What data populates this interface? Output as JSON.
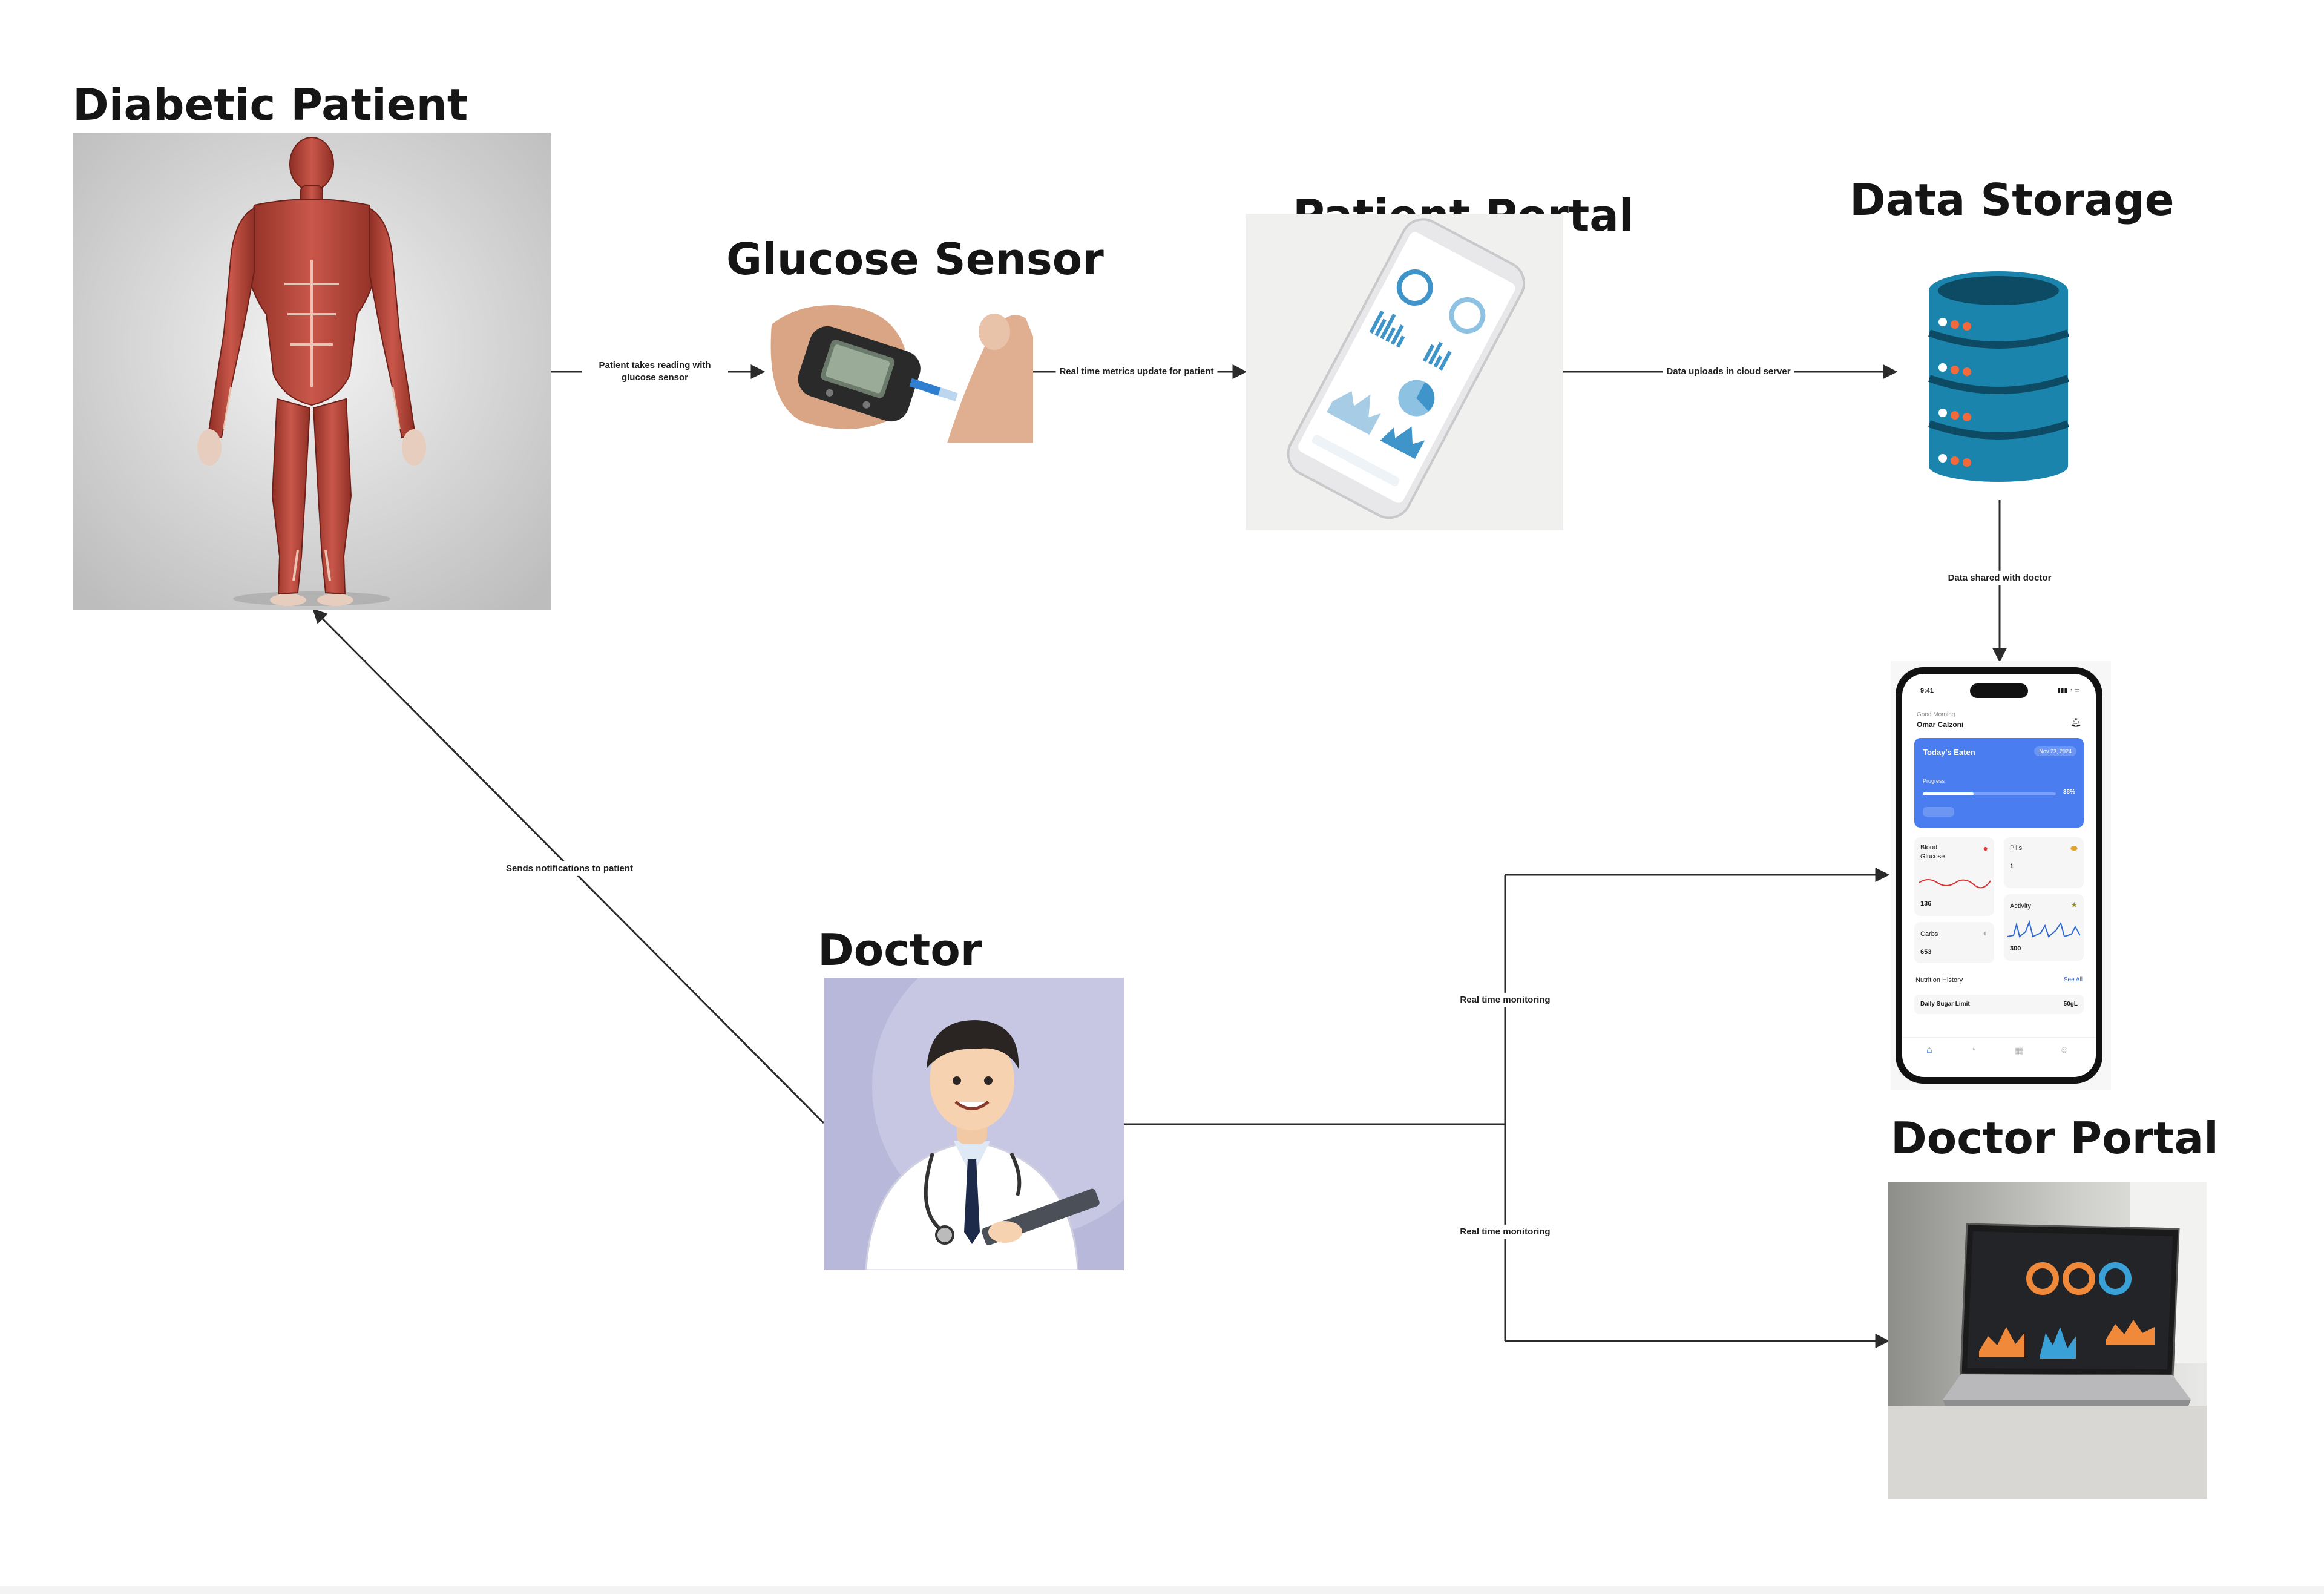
{
  "diagram": {
    "nodes": {
      "diabetic_patient": {
        "title": "Diabetic Patient",
        "icon": "human-anatomy-illustration"
      },
      "glucose_sensor": {
        "title": "Glucose Sensor",
        "icon": "glucometer-photo"
      },
      "patient_portal": {
        "title": "Patient Portal",
        "icon": "phone-dashboard-mockup"
      },
      "data_storage": {
        "title": "Data Storage",
        "icon": "database-icon"
      },
      "doctor": {
        "title": "Doctor",
        "icon": "doctor-illustration"
      },
      "doctor_portal": {
        "title": "Doctor Portal",
        "icon": "laptop-dashboard-photo"
      },
      "doctor_mobile": {
        "icon": "mobile-app-mockup"
      }
    },
    "edges": [
      {
        "from": "diabetic_patient",
        "to": "glucose_sensor",
        "label": "Patient takes reading with glucose sensor"
      },
      {
        "from": "glucose_sensor",
        "to": "patient_portal",
        "label": "Real time metrics update for patient"
      },
      {
        "from": "patient_portal",
        "to": "data_storage",
        "label": "Data uploads in cloud server"
      },
      {
        "from": "data_storage",
        "to": "doctor_mobile",
        "label": "Data shared with doctor"
      },
      {
        "from": "doctor",
        "to": "diabetic_patient",
        "label": "Sends notifications to patient"
      },
      {
        "from": "doctor",
        "to": "doctor_mobile",
        "label": "Real time monitoring"
      },
      {
        "from": "doctor",
        "to": "doctor_portal",
        "label": "Real time monitoring"
      }
    ]
  },
  "mobile_app": {
    "time": "9:41",
    "greeting": "Good Morning",
    "user_name": "Omar Calzoni",
    "today_card": {
      "title": "Today's Eaten",
      "date": "Nov 23, 2024",
      "progress_label": "Progress",
      "progress_pct": "38%",
      "progress_fraction": 0.38
    },
    "blood_glucose": {
      "label": "Blood Glucose",
      "value": "136"
    },
    "pills": {
      "label": "Pills",
      "value": "1"
    },
    "activity": {
      "label": "Activity",
      "value": "300"
    },
    "carbs": {
      "label": "Carbs",
      "value": "653"
    },
    "nutrition": {
      "label": "Nutrition History",
      "see_all": "See All",
      "row_label": "Daily Sugar Limit",
      "row_value": "50gL"
    }
  },
  "colors": {
    "line": "#2b2b2b",
    "db_blue": "#1b84ad",
    "db_dark": "#0d4a63",
    "app_blue": "#4a7df0",
    "doctor_bg": "#b8b8da"
  }
}
